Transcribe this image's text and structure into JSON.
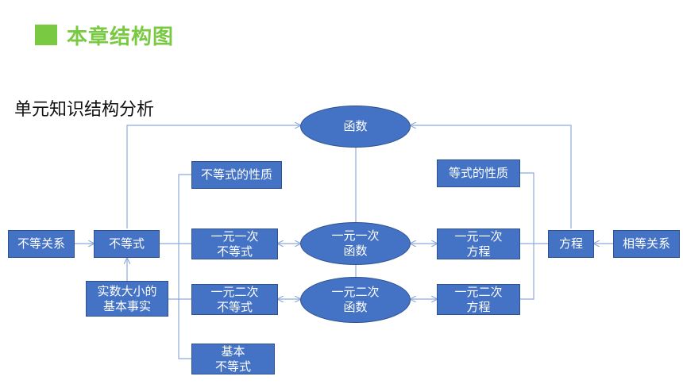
{
  "header": {
    "title": "本章结构图"
  },
  "section": {
    "subtitle": "单元知识结构分析"
  },
  "nodes": {
    "hanshu": "函数",
    "budengshi_xingzhi": "不等式的性质",
    "dengshi_xingzhi": "等式的性质",
    "budeng_guanxi": "不等关系",
    "budengshi": "不等式",
    "yiyuan_yici_budengshi": "一元一次\n不等式",
    "yiyuan_yici_hanshu": "一元一次\n函数",
    "yiyuan_yici_fangcheng": "一元一次\n方程",
    "fangcheng": "方程",
    "xiangdeng_guanxi": "相等关系",
    "shishu_daxiao": "实数大小的\n基本事实",
    "yiyuan_erci_budengshi": "一元二次\n不等式",
    "yiyuan_erci_hanshu": "一元二次\n函数",
    "yiyuan_erci_fangcheng": "一元二次\n方程",
    "jiben_budengshi": "基本\n不等式"
  },
  "colors": {
    "node_fill": "#4472c4",
    "line": "#8eaadb",
    "title": "#7ac943"
  }
}
